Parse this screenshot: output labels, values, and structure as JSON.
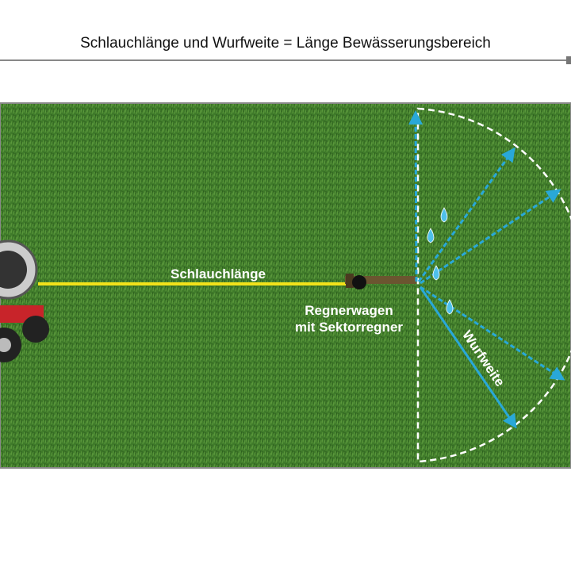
{
  "title": "Schlauchlänge und Wurfweite = Länge Bewässerungsbereich",
  "labels": {
    "hose": "Schlauchlänge",
    "cart_line1": "Regnerwagen",
    "cart_line2": "mit Sektorregner",
    "throw": "Wurfweite"
  },
  "colors": {
    "grass": "#3f7a2a",
    "hose": "#f2e21a",
    "arrow": "#29a8d8",
    "frame": "#888888"
  }
}
